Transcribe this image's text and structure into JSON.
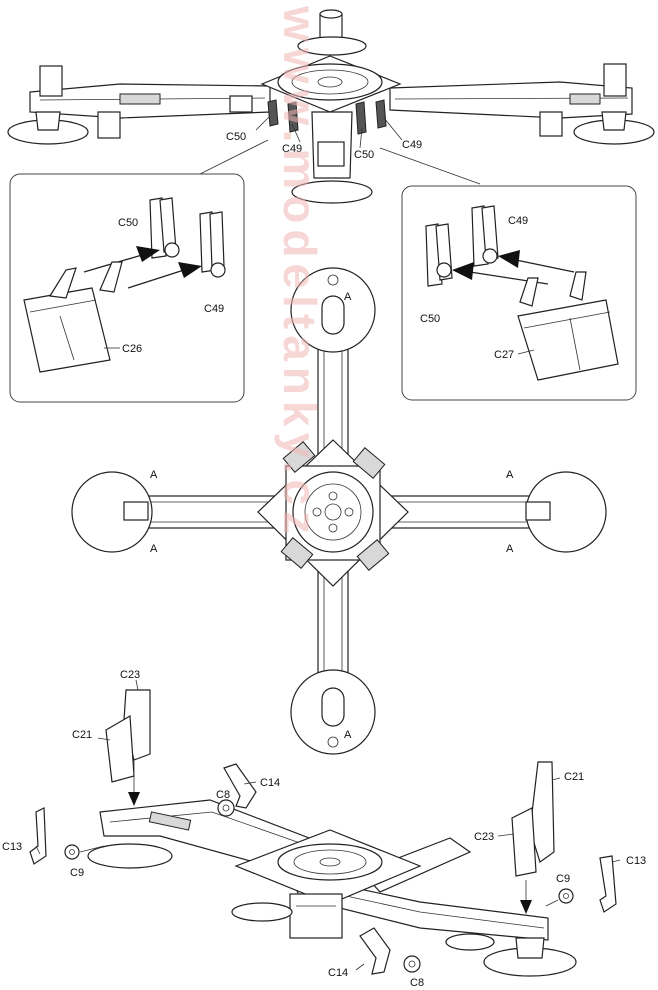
{
  "watermark": "www.modeltanky.cz",
  "top_assembly": {
    "labels": {
      "c50_left": "C50",
      "c49_left": "C49",
      "c50_right": "C50",
      "c49_right": "C49"
    }
  },
  "detail_left": {
    "labels": {
      "c50": "C50",
      "c49": "C49",
      "c26": "C26"
    }
  },
  "detail_right": {
    "labels": {
      "c49": "C49",
      "c50": "C50",
      "c27": "C27"
    }
  },
  "plan_view": {
    "marker_a": "A"
  },
  "bottom_assembly": {
    "labels": {
      "c23_left": "C23",
      "c21_left": "C21",
      "c14_top": "C14",
      "c8_top": "C8",
      "c13_left": "C13",
      "c9_left": "C9",
      "c21_right": "C21",
      "c23_right": "C23",
      "c9_right": "C9",
      "c13_right": "C13",
      "c14_bottom": "C14",
      "c8_bottom": "C8"
    }
  }
}
